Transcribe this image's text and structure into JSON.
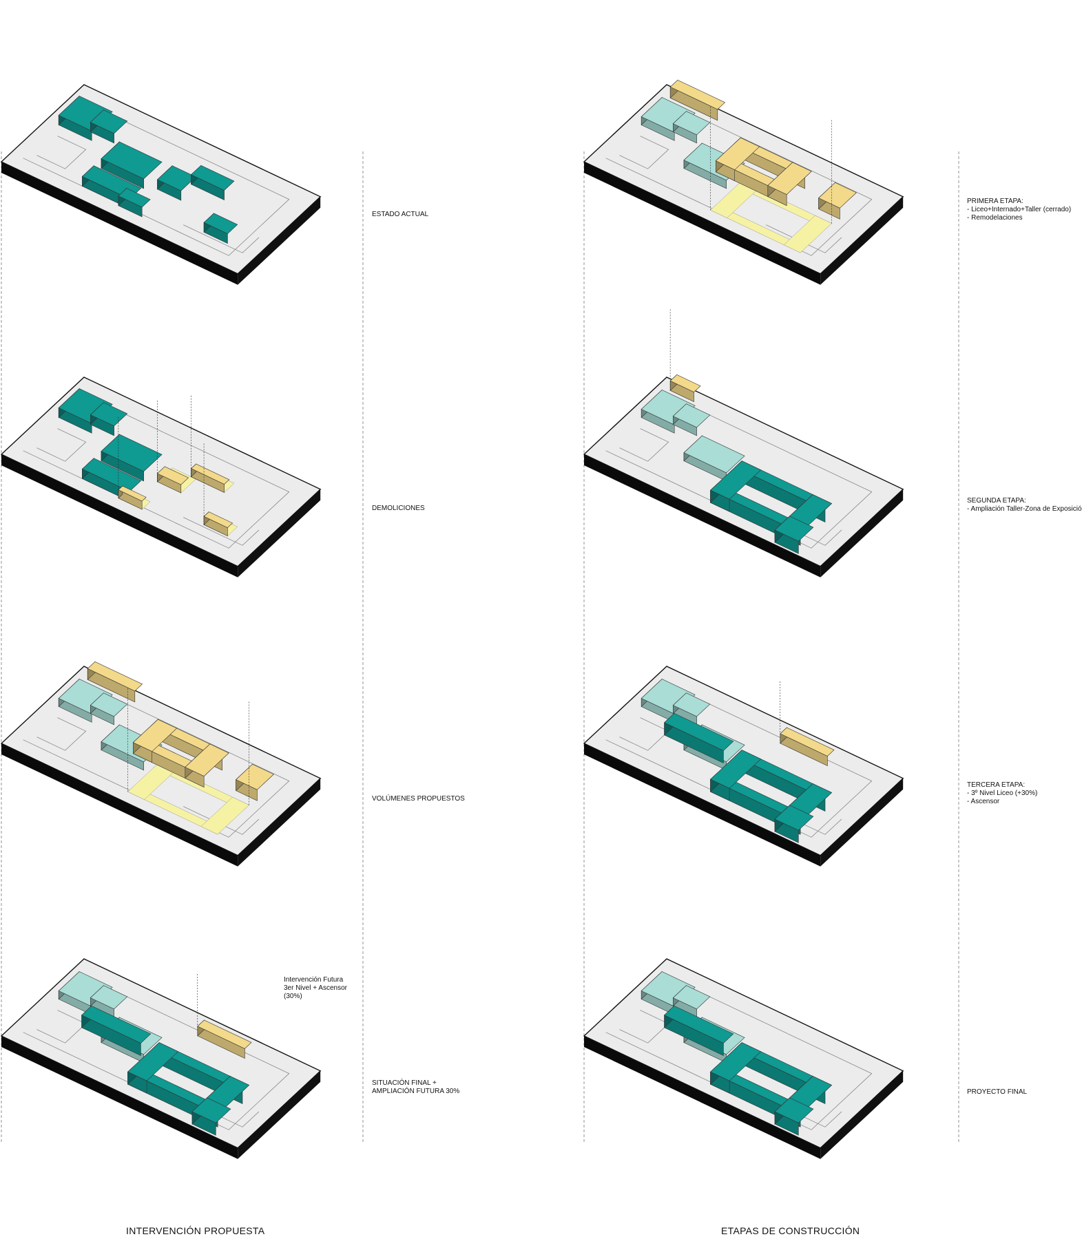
{
  "colors": {
    "existing": "#0f9a92",
    "existing_light": "#a9ddd6",
    "proposed": "#f3d98a",
    "demolished": "#f6f2a4",
    "slab_top": "#ececec",
    "slab_side": "#0a0a0a"
  },
  "left_column": {
    "title": "INTERVENCIÓN PROPUESTA",
    "stages": [
      {
        "label_lines": [
          "ESTADO ACTUAL"
        ]
      },
      {
        "label_lines": [
          "DEMOLICIONES"
        ]
      },
      {
        "label_lines": [
          "VOLÚMENES PROPUESTOS"
        ]
      },
      {
        "label_lines": [
          "SITUACIÓN FINAL +",
          "AMPLIACIÓN FUTURA 30%"
        ]
      }
    ],
    "annotation_lines": [
      "Intervención Futura",
      "3er Nivel + Ascensor",
      "(30%)"
    ]
  },
  "right_column": {
    "title": "ETAPAS DE CONSTRUCCIÓN",
    "stages": [
      {
        "label_lines": [
          "PRIMERA ETAPA:",
          "- Liceo+Internado+Taller (cerrado)",
          "- Remodelaciones"
        ]
      },
      {
        "label_lines": [
          "SEGUNDA ETAPA:",
          "- Ampliación Taller-Zona de Exposición"
        ]
      },
      {
        "label_lines": [
          "TERCERA ETAPA:",
          "- 3º Nivel Liceo (+30%)",
          "- Ascensor"
        ]
      },
      {
        "label_lines": [
          "PROYECTO FINAL"
        ]
      }
    ]
  }
}
